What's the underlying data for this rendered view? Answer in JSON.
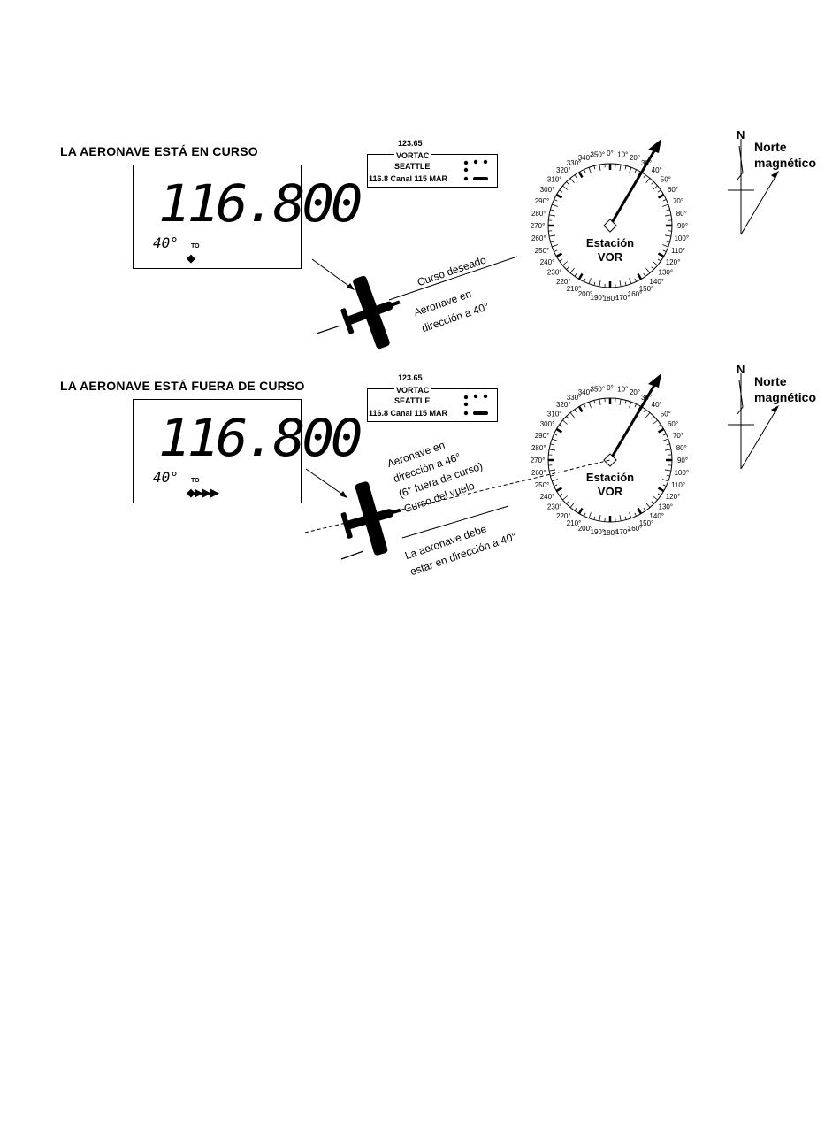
{
  "panels": [
    {
      "title": "LA AERONAVE ESTÁ EN CURSO",
      "frequency": "116.800",
      "heading": "40°",
      "to_label": "TO",
      "indicator": "◆",
      "chart_box": {
        "freq": "123.65",
        "name": "VORTAC",
        "city": "SEATTLE",
        "line": "116.8 Canal 115 MAR"
      },
      "station": [
        "Estación",
        "VOR"
      ],
      "labels": [
        "Curso deseado",
        "Aeronave en",
        "dirección a 40°"
      ],
      "north": [
        "N",
        "Norte",
        "magnético"
      ]
    },
    {
      "title": "LA AERONAVE ESTÁ FUERA DE CURSO",
      "frequency": "116.800",
      "heading": "40°",
      "to_label": "TO",
      "indicator": "◆▶▶▶",
      "chart_box": {
        "freq": "123.65",
        "name": "VORTAC",
        "city": "SEATTLE",
        "line": "116.8 Canal 115 MAR"
      },
      "station": [
        "Estación",
        "VOR"
      ],
      "labels": [
        "Aeronave en",
        "dirección a 46°",
        "(6° fuera de curso)",
        "Curso del vuelo",
        "La aeronave debe",
        "estar en dirección a 40°"
      ],
      "north": [
        "N",
        "Norte",
        "magnético"
      ]
    }
  ],
  "compass_labels": [
    "0°",
    "10°",
    "20°",
    "30°",
    "40°",
    "50°",
    "60°",
    "70°",
    "80°",
    "90°",
    "100°",
    "110°",
    "120°",
    "130°",
    "140°",
    "150°",
    "160°",
    "170°",
    "180°",
    "190°",
    "200°",
    "210°",
    "220°",
    "230°",
    "240°",
    "250°",
    "260°",
    "270°",
    "280°",
    "290°",
    "300°",
    "310°",
    "320°",
    "330°",
    "340°",
    "350°"
  ]
}
